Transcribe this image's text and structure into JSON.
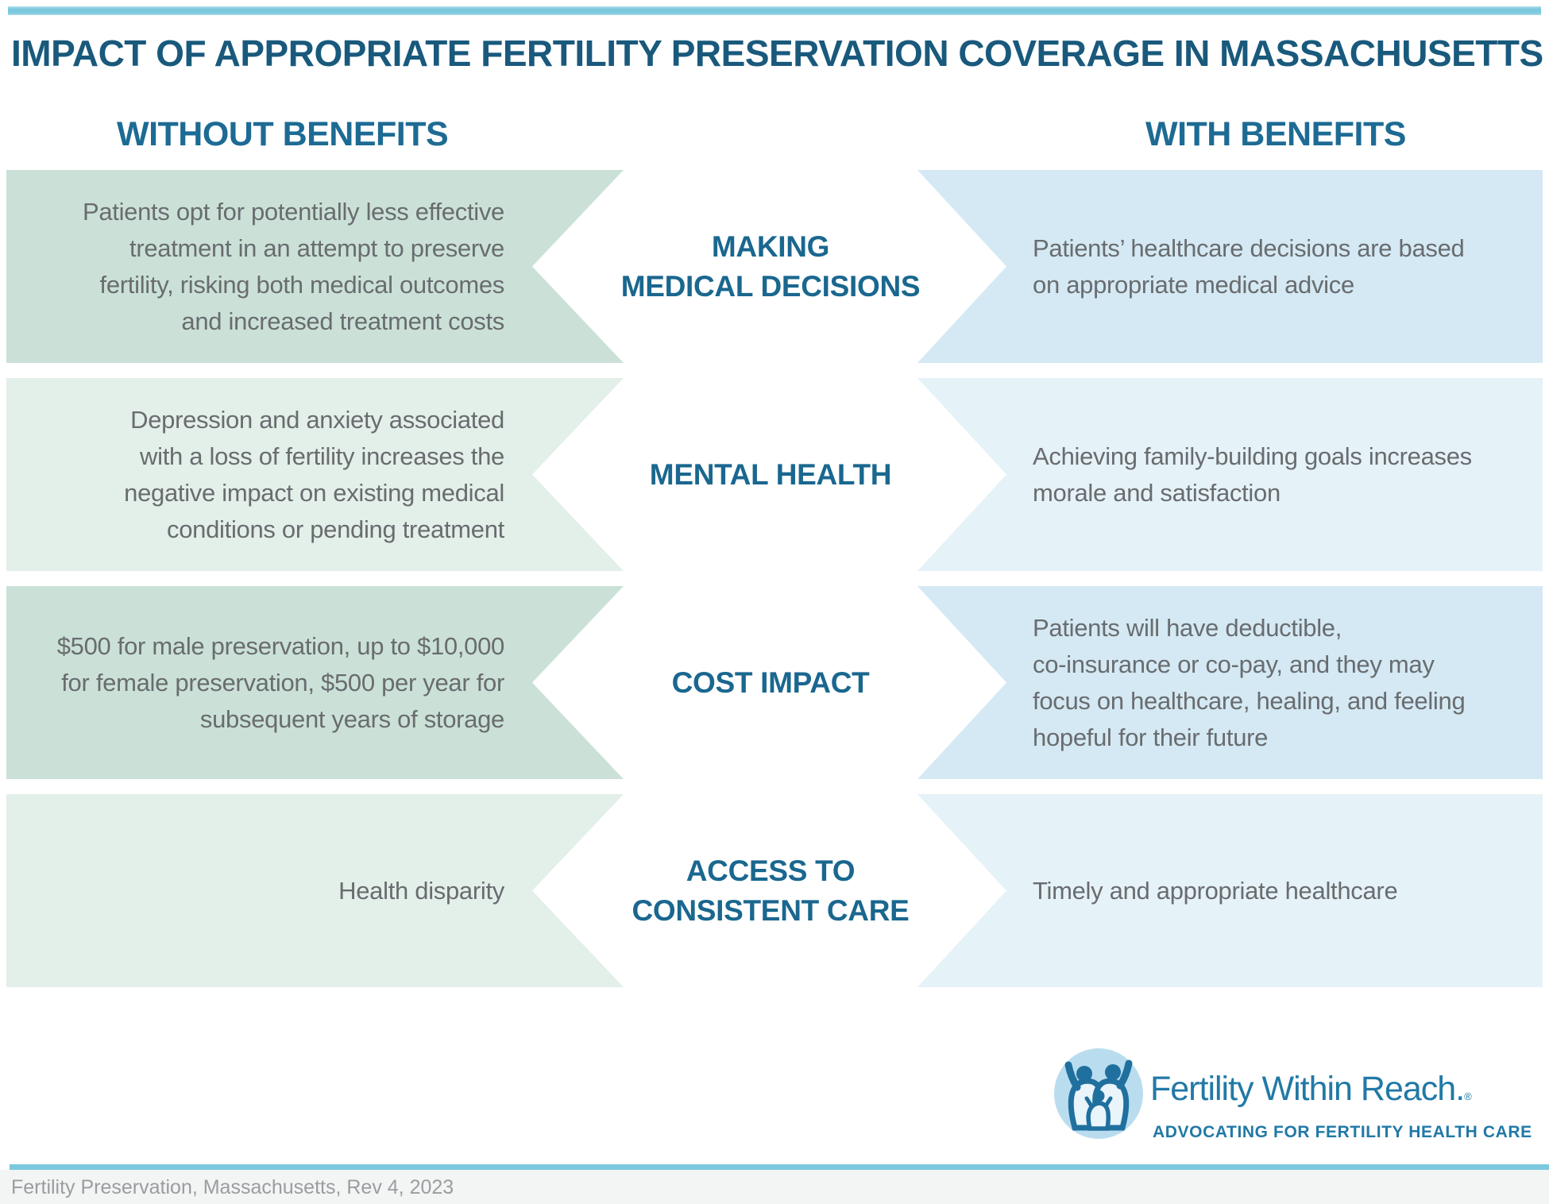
{
  "page": {
    "title": "IMPACT OF APPROPRIATE FERTILITY PRESERVATION COVERAGE IN MASSACHUSETTS",
    "columns": {
      "left_header": "WITHOUT BENEFITS",
      "right_header": "WITH BENEFITS"
    },
    "footer_note": "Fertility Preservation, Massachusetts, Rev 4, 2023"
  },
  "rows": [
    {
      "category": "MAKING\nMEDICAL DECISIONS",
      "without": "Patients opt for potentially less effective\ntreatment in an attempt to preserve\nfertility, risking both medical outcomes\nand increased treatment costs",
      "with": "Patients’ healthcare decisions are based\non appropriate medical advice"
    },
    {
      "category": "MENTAL HEALTH",
      "without": "Depression and anxiety associated\nwith a loss of fertility increases the\nnegative impact on existing medical\nconditions or pending treatment",
      "with": "Achieving family-building goals increases\nmorale and satisfaction"
    },
    {
      "category": "COST IMPACT",
      "without": "$500 for male preservation, up to $10,000\nfor female preservation, $500 per year for\nsubsequent years of storage",
      "with": "Patients will have deductible,\nco-insurance or co-pay, and they may\nfocus on healthcare, healing, and feeling\nhopeful for their future"
    },
    {
      "category": "ACCESS TO\nCONSISTENT CARE",
      "without": "Health disparity",
      "with": "Timely and appropriate healthcare"
    }
  ],
  "logo": {
    "name": "Fertility Within Reach.",
    "registered": "®",
    "tagline": "ADVOCATING FOR FERTILITY HEALTH CARE"
  },
  "colors": {
    "accent_bar": "#7cc8de",
    "title_text": "#19597c",
    "header_text": "#1d6b94",
    "category_text": "#1a678f",
    "body_text": "#696c6f",
    "green_dark": "#cbe1d7",
    "green_light": "#e3efe9",
    "blue_dark": "#d4e9f3",
    "blue_light": "#e5f2f8",
    "logo_blue": "#2179a6",
    "footer_text": "#9a9da0"
  }
}
